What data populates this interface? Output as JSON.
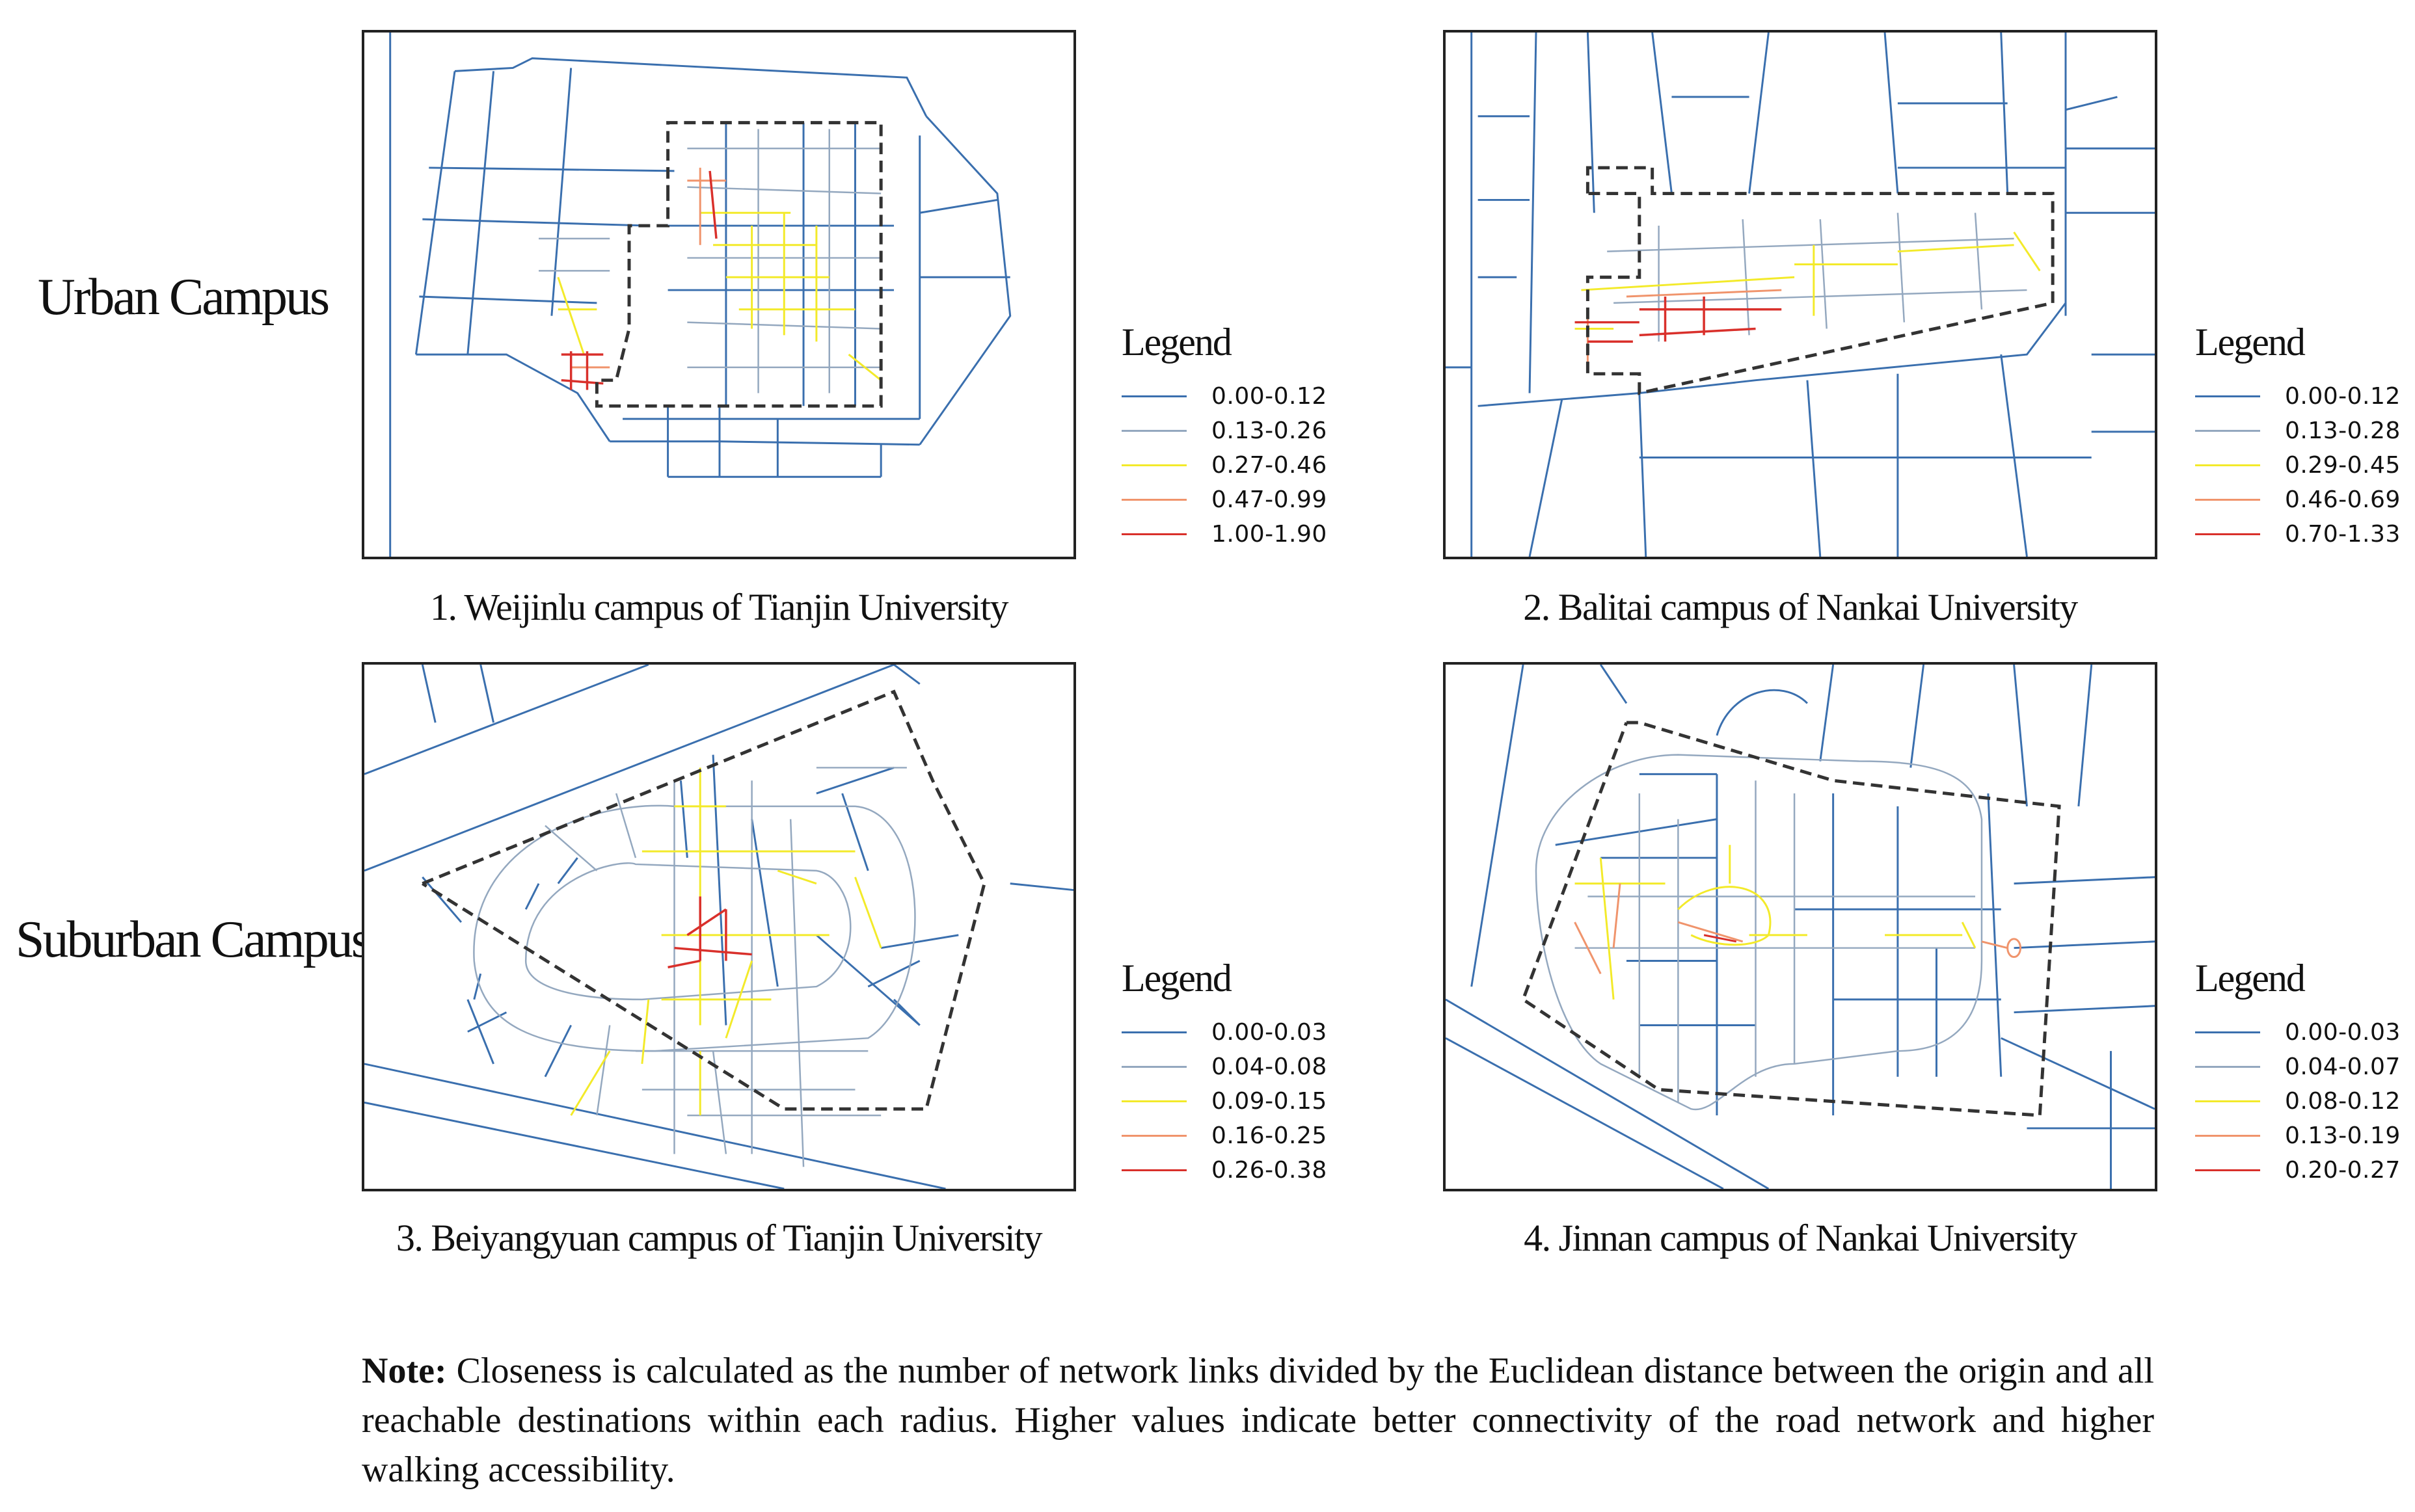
{
  "row_labels": {
    "urban": "Urban Campus",
    "suburban": "Suburban Campus"
  },
  "legend_colors": {
    "c1": "#3a6fae",
    "c2": "#94a8bf",
    "c3": "#f3ea2a",
    "c4": "#f0946c",
    "c5": "#d9302b"
  },
  "panels": [
    {
      "caption": "1. Weijinlu campus of Tianjin University",
      "legend_title": "Legend",
      "legend": [
        "0.00-0.12",
        "0.13-0.26",
        "0.27-0.46",
        "0.47-0.99",
        "1.00-1.90"
      ]
    },
    {
      "caption": "2. Balitai campus of Nankai University",
      "legend_title": "Legend",
      "legend": [
        "0.00-0.12",
        "0.13-0.28",
        "0.29-0.45",
        "0.46-0.69",
        "0.70-1.33"
      ]
    },
    {
      "caption": "3. Beiyangyuan campus of Tianjin University",
      "legend_title": "Legend",
      "legend": [
        "0.00-0.03",
        "0.04-0.08",
        "0.09-0.15",
        "0.16-0.25",
        "0.26-0.38"
      ]
    },
    {
      "caption": "4. Jinnan campus of Nankai University",
      "legend_title": "Legend",
      "legend": [
        "0.00-0.03",
        "0.04-0.07",
        "0.08-0.12",
        "0.13-0.19",
        "0.20-0.27"
      ]
    }
  ],
  "note": {
    "label": "Note:",
    "text": " Closeness is calculated as the number of network links divided by the Euclidean distance between the origin and all reachable destinations within each radius. Higher values indicate better connectivity of the road network and higher walking accessibility."
  }
}
